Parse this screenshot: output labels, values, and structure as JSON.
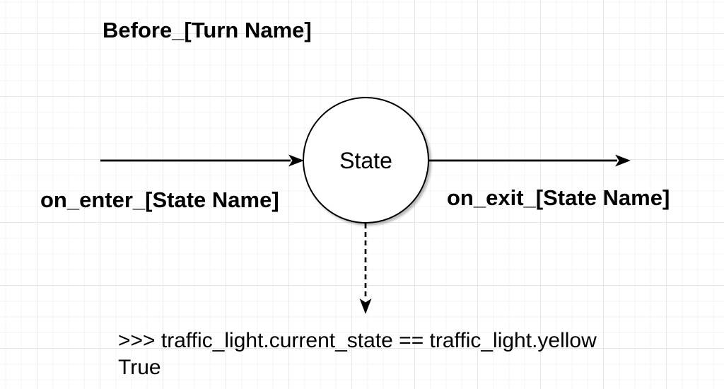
{
  "canvas": {
    "background": "#ffffff",
    "grid_minor_color": "#f4f4f4",
    "grid_major_color": "#e7e7e7"
  },
  "diagram": {
    "type": "state-transition-diagram",
    "title": "Before_[Turn Name]",
    "node": {
      "shape": "circle",
      "label": "State",
      "fill": "#ffffff",
      "stroke": "#000000"
    },
    "edges": [
      {
        "id": "enter",
        "label": "on_enter_[State Name]",
        "style": "solid-arrow",
        "direction": "into-node-from-left"
      },
      {
        "id": "exit",
        "label": "on_exit_[State Name]",
        "style": "solid-arrow",
        "direction": "out-of-node-to-right"
      },
      {
        "id": "result",
        "label": "",
        "style": "dashed-arrow",
        "direction": "down-from-node"
      }
    ],
    "console": {
      "line1": ">>> traffic_light.current_state == traffic_light.yellow",
      "line2": "True"
    }
  }
}
